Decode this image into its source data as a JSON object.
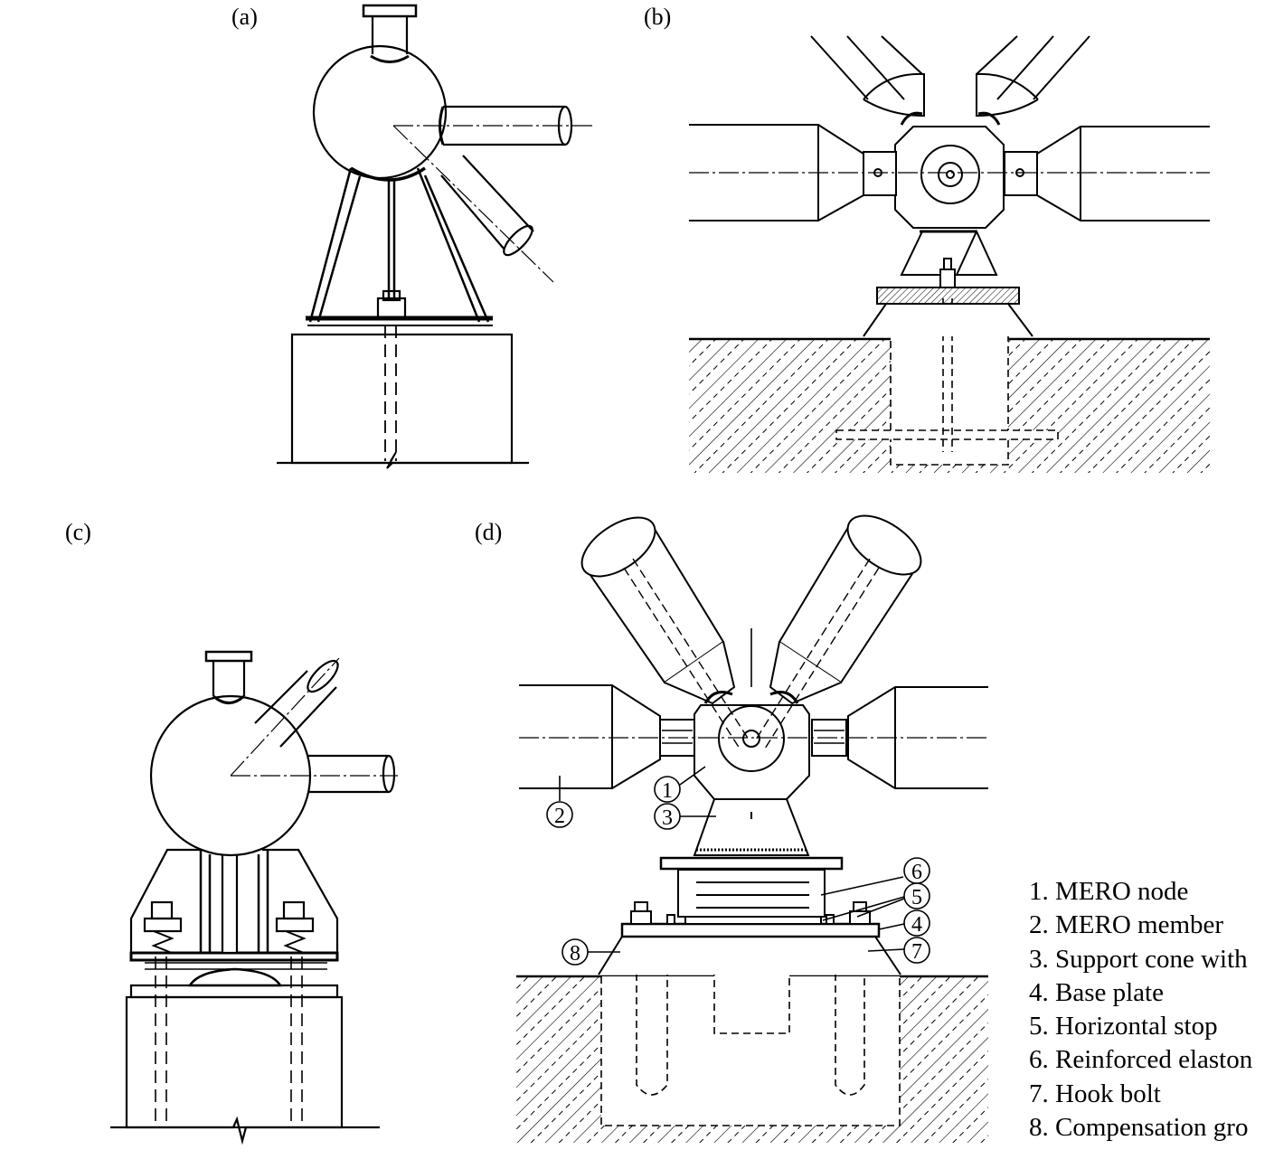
{
  "panels": {
    "a": {
      "label": "(a)"
    },
    "b": {
      "label": "(b)"
    },
    "c": {
      "label": "(c)"
    },
    "d": {
      "label": "(d)"
    }
  },
  "callouts": [
    "1",
    "2",
    "3",
    "4",
    "5",
    "6",
    "7",
    "8"
  ],
  "legend": [
    "1. MERO node",
    "2. MERO member",
    "3. Support cone with",
    "4. Base plate",
    "5. Horizontal stop",
    "6. Reinforced elaston",
    "7. Hook bolt",
    "8. Compensation gro"
  ],
  "colors": {
    "line": "#000000",
    "background": "#ffffff"
  }
}
